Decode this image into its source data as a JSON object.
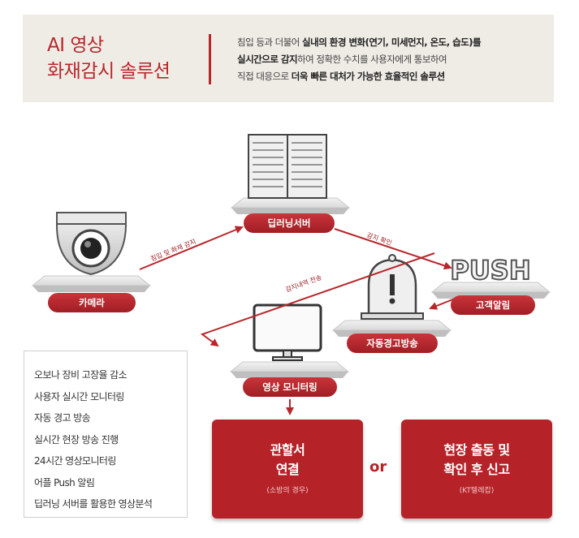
{
  "banner": {
    "title_line1": "AI 영상",
    "title_line2": "화재감시 솔루션",
    "desc_line1_a": "침입 등과 더불어 ",
    "desc_line1_b": "실내의 환경 변화(연기, 미세먼지, 온도, 습도)를",
    "desc_line2_a": "실시간으로 감지",
    "desc_line2_b": "하여 정확한 수치를 사용자에게 통보하여",
    "desc_line3_a": "직접 대응으로 ",
    "desc_line3_b": "더욱 빠른 대처가 가능한 효율적인 솔루션"
  },
  "nodes": {
    "camera": "카메라",
    "server": "딥러닝서버",
    "customer_alarm": "고객알림",
    "auto_broadcast": "자동경고방송",
    "monitoring": "영상 모니터링",
    "push_text": "PUSH"
  },
  "arrows": {
    "camera_to_server": "침입 및 화재 감지",
    "server_to_push": "감지 확인",
    "server_to_monitor": "감지내역 전송"
  },
  "features": [
    "오보나 장비 고장율 감소",
    "사용자 실시간 모니터링",
    "자동 경고 방송",
    "실시간 현장 방송 진행",
    "24시간 영상모니터링",
    "어플 Push 알림",
    "딥러닝 서버를 활용한 영상분석"
  ],
  "actions": {
    "left_line1": "관할서",
    "left_line2": "연결",
    "left_sub": "(소방의 경우)",
    "or": "or",
    "right_line1": "현장 출동 및",
    "right_line2": "확인 후 신고",
    "right_sub": "(KT텔레캅)"
  },
  "colors": {
    "accent": "#b8262b",
    "banner_bg": "#efece6"
  }
}
